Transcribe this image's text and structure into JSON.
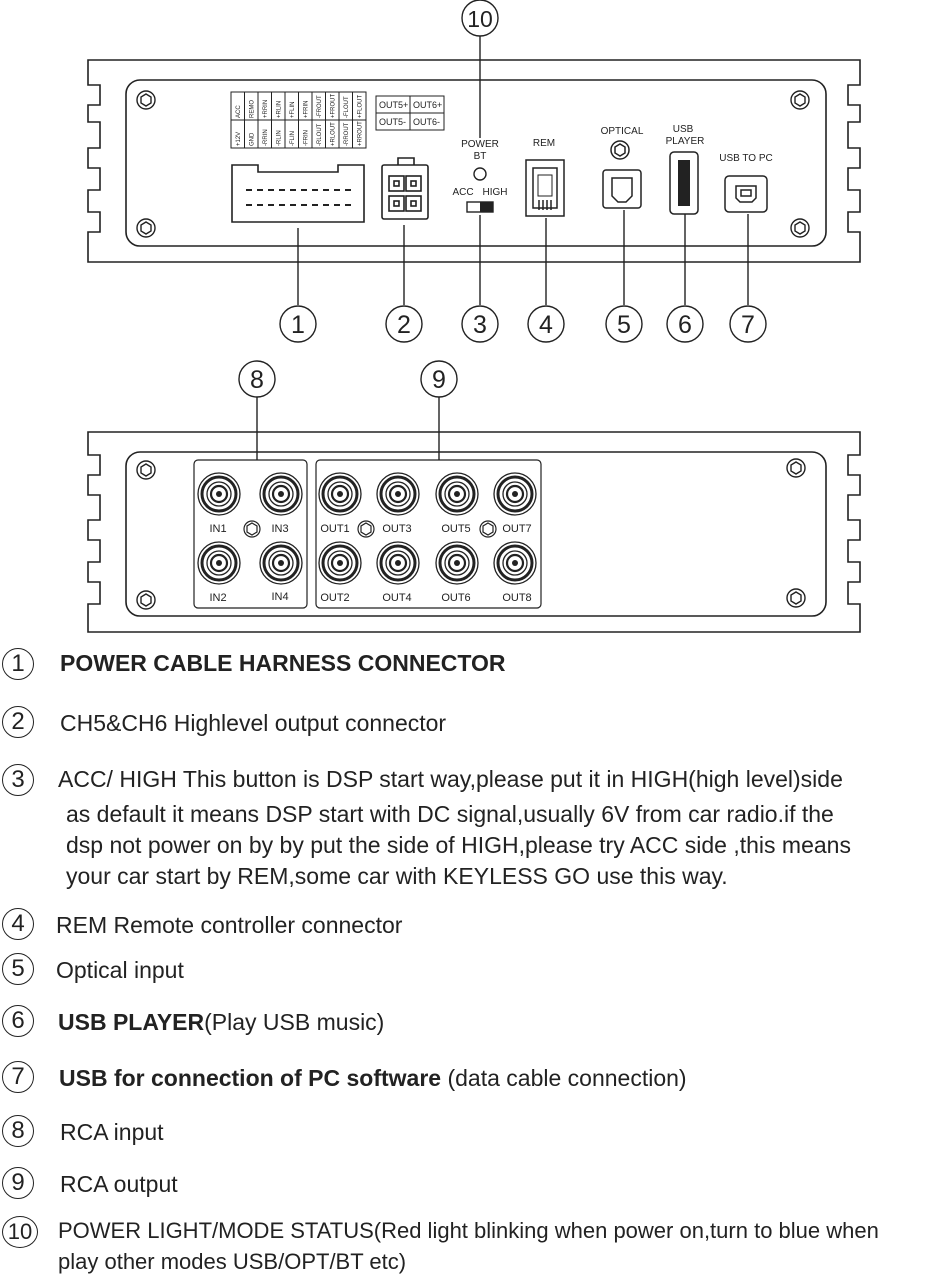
{
  "diagram": {
    "callouts": [
      "1",
      "2",
      "3",
      "4",
      "5",
      "6",
      "7",
      "8",
      "9",
      "10"
    ],
    "top_panel": {
      "harness_pins_top": [
        "ACC",
        "REMO",
        "+RRIN",
        "+RLIN",
        "+FLIN",
        "+FRIN",
        "-FROUT",
        "+FROUT",
        "-FLOUT",
        "+FLOUT"
      ],
      "harness_pins_bottom": [
        "+12V",
        "GND",
        "-RRIN",
        "-RLIN",
        "-FLIN",
        "-FRIN",
        "-RLOUT",
        "+RLOUT",
        "-RROUT",
        "+RROUT"
      ],
      "out_table": [
        "OUT5+",
        "OUT6+",
        "OUT5-",
        "OUT6-"
      ],
      "power_label": "POWER",
      "bt_label": "BT",
      "acc_label": "ACC",
      "high_label": "HIGH",
      "rem_label": "REM",
      "optical_label": "OPTICAL",
      "usb_player_label_1": "USB",
      "usb_player_label_2": "PLAYER",
      "usb_pc_label": "USB TO PC"
    },
    "bottom_panel": {
      "inputs": [
        "IN1",
        "IN3",
        "IN2",
        "IN4"
      ],
      "outputs_top": [
        "OUT1",
        "OUT3",
        "OUT5",
        "OUT7"
      ],
      "outputs_bottom": [
        "OUT2",
        "OUT4",
        "OUT6",
        "OUT8"
      ]
    }
  },
  "legend": [
    {
      "num": "1",
      "bold": "POWER CABLE HARNESS CONNECTOR",
      "text": ""
    },
    {
      "num": "2",
      "bold": "",
      "text": "CH5&CH6 Highlevel output connector"
    },
    {
      "num": "3",
      "bold": "",
      "lead": "ACC/ HIGH",
      "text": " This button is DSP start way,please put it in HIGH(high level)side",
      "continuation": [
        "as default it means DSP start with DC signal,usually 6V from car radio.if  the",
        "dsp not power on by by put the side of HIGH,please try ACC side ,this means",
        "your car start by REM,some car with KEYLESS GO use this way."
      ]
    },
    {
      "num": "4",
      "bold": "",
      "lead": "REM",
      "text": "  Remote controller connector"
    },
    {
      "num": "5",
      "bold": "",
      "text": "Optical input"
    },
    {
      "num": "6",
      "bold": "USB PLAYER",
      "text": "(Play USB music)"
    },
    {
      "num": "7",
      "bold": "USB for connection of PC software",
      "text": " (data cable connection)"
    },
    {
      "num": "8",
      "bold": "",
      "text": "RCA input"
    },
    {
      "num": "9",
      "bold": "",
      "text": "RCA output"
    },
    {
      "num": "10",
      "bold": "",
      "text": "POWER LIGHT/MODE STATUS(Red light blinking when power on,turn to blue when",
      "continuation": [
        "play other modes USB/OPT/BT etc)"
      ]
    }
  ]
}
